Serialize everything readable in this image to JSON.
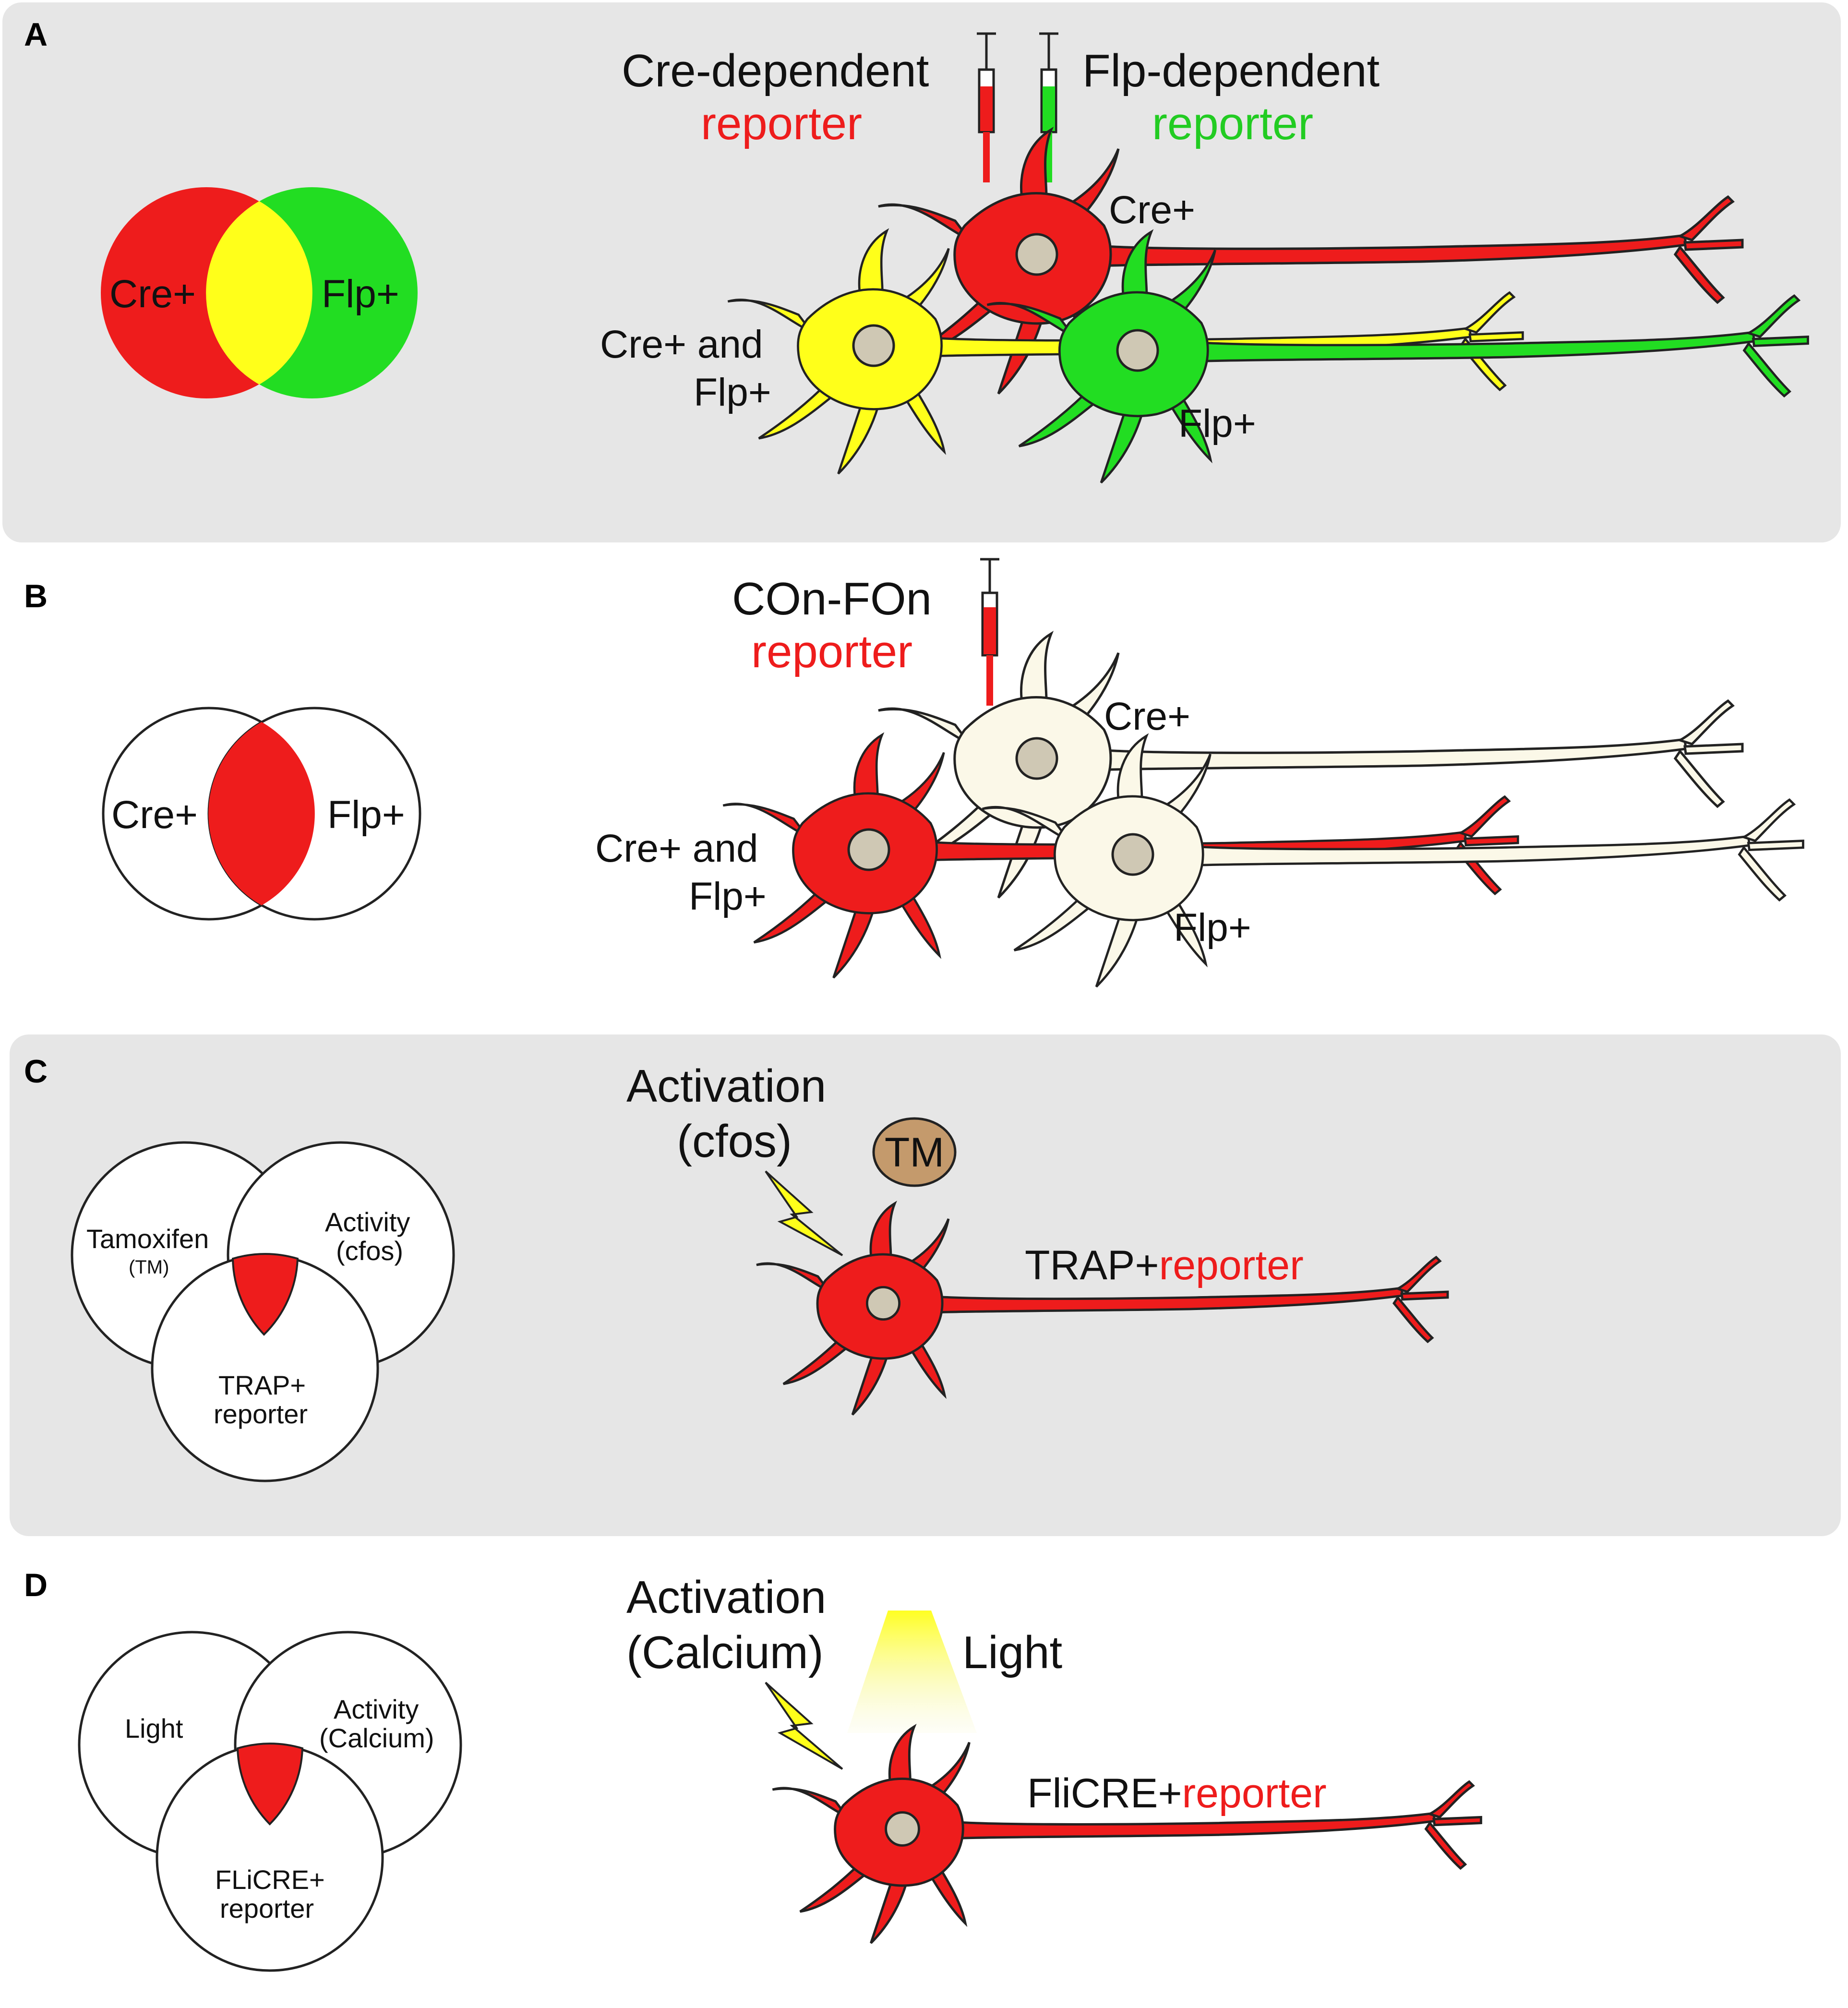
{
  "colors": {
    "panel_bg": "#e6e6e6",
    "red": "#ee1c1c",
    "green": "#22dd22",
    "yellow": "#ffff1a",
    "cream": "#fbf8e8",
    "nucleus": "#cfc8b4",
    "tm_bubble": "#c49a6c",
    "outline": "#222222"
  },
  "panelA": {
    "letter": "A",
    "venn": {
      "left_label": "Cre+",
      "right_label": "Flp+"
    },
    "injection_left": {
      "line1": "Cre-dependent",
      "line2": "reporter"
    },
    "injection_right": {
      "line1": "Flp-dependent",
      "line2": "reporter"
    },
    "neuron_cre": "Cre+",
    "neuron_both_line1": "Cre+ and",
    "neuron_both_line2": "Flp+",
    "neuron_flp": "Flp+"
  },
  "panelB": {
    "letter": "B",
    "venn": {
      "left_label": "Cre+",
      "right_label": "Flp+"
    },
    "injection": {
      "line1": "COn-FOn",
      "line2": "reporter"
    },
    "neuron_cre": "Cre+",
    "neuron_both_line1": "Cre+ and",
    "neuron_both_line2": "Flp+",
    "neuron_flp": "Flp+"
  },
  "panelC": {
    "letter": "C",
    "venn": {
      "left_label": "Tamoxifen",
      "left_sub": "(TM)",
      "right_label": "Activity",
      "right_sub": "(cfos)",
      "bottom_label": "TRAP+",
      "bottom_sub": "reporter"
    },
    "activation_line1": "Activation",
    "activation_line2": "(cfos)",
    "tm_badge": "TM",
    "neuron_label_black": "TRAP+",
    "neuron_label_red": "reporter"
  },
  "panelD": {
    "letter": "D",
    "venn": {
      "left_label": "Light",
      "right_label": "Activity",
      "right_sub": "(Calcium)",
      "bottom_label": "FLiCRE+",
      "bottom_sub": "reporter"
    },
    "activation_line1": "Activation",
    "activation_line2": "(Calcium)",
    "light_label": "Light",
    "neuron_label_black": "FliCRE+",
    "neuron_label_red": "reporter"
  }
}
